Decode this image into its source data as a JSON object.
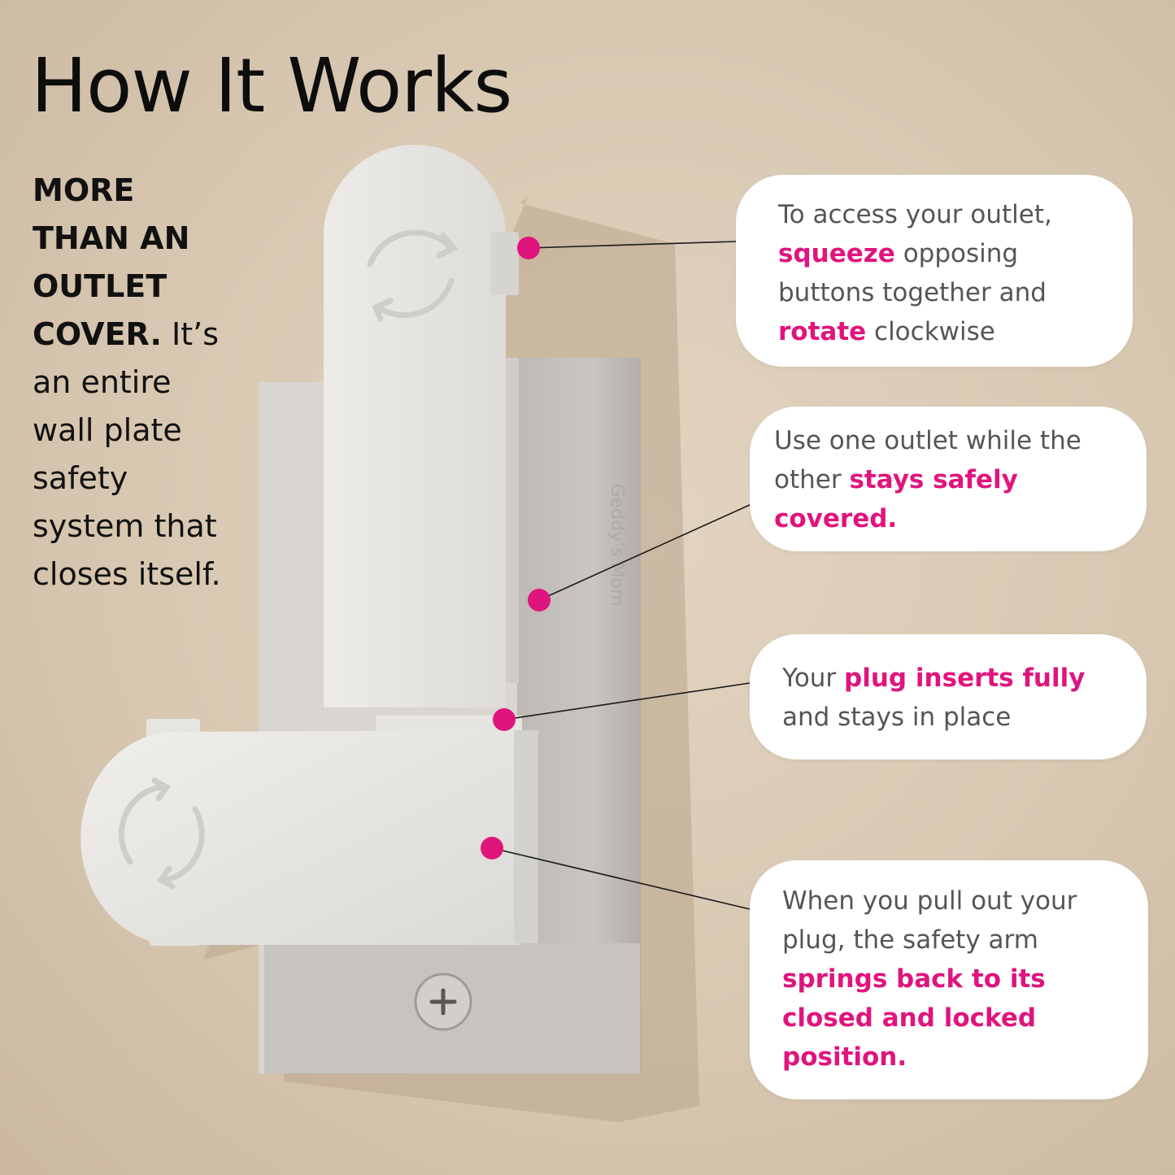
{
  "header": {
    "title": "How It Works"
  },
  "intro": {
    "bold": "MORE THAN AN OUTLET COVER.",
    "text": " It’s an entire wall plate safety system that closes itself."
  },
  "product": {
    "brand_imprint": "Geddy’s Mom"
  },
  "colors": {
    "accent": "#e0147d",
    "callout_text": "#555555",
    "background": "#d8c8b2"
  },
  "callouts": [
    {
      "p1": "To access your outlet, ",
      "h1": "squeeze",
      "p2": " opposing buttons together and ",
      "h2": "rotate",
      "p3": " clockwise"
    },
    {
      "p1": "Use one outlet while the other ",
      "h1": "stays safely covered."
    },
    {
      "p1": "Your ",
      "h1": "plug inserts fully",
      "p2": " and stays in place"
    },
    {
      "p1": "When you pull out your plug, the safety arm ",
      "h1": "springs back to its closed and locked position."
    }
  ]
}
